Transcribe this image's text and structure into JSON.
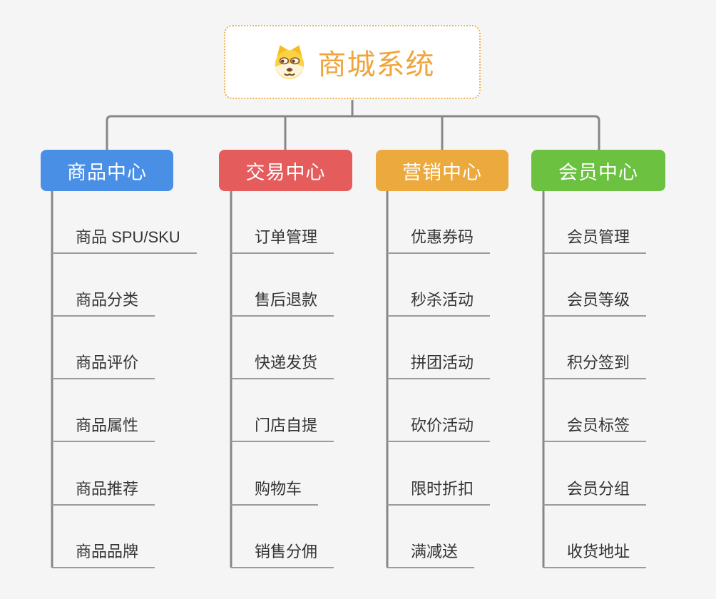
{
  "root": {
    "title": "商城系统",
    "icon": "dog-face",
    "title_color": "#f0a53c",
    "border_color": "#edaf4e",
    "background": "#ffffff"
  },
  "canvas": {
    "background": "#f5f5f6",
    "connector_color": "#878787",
    "underline_color": "#9b9b9b",
    "child_text_color": "#333333"
  },
  "branches": [
    {
      "label": "商品中心",
      "color": "#4a8fe6",
      "children": [
        "商品 SPU/SKU",
        "商品分类",
        "商品评价",
        "商品属性",
        "商品推荐",
        "商品品牌"
      ]
    },
    {
      "label": "交易中心",
      "color": "#e55c5c",
      "children": [
        "订单管理",
        "售后退款",
        "快递发货",
        "门店自提",
        "购物车",
        "销售分佣"
      ]
    },
    {
      "label": "营销中心",
      "color": "#eca93e",
      "children": [
        "优惠券码",
        "秒杀活动",
        "拼团活动",
        "砍价活动",
        "限时折扣",
        "满减送"
      ]
    },
    {
      "label": "会员中心",
      "color": "#6cc140",
      "children": [
        "会员管理",
        "会员等级",
        "积分签到",
        "会员标签",
        "会员分组",
        "收货地址"
      ]
    }
  ]
}
